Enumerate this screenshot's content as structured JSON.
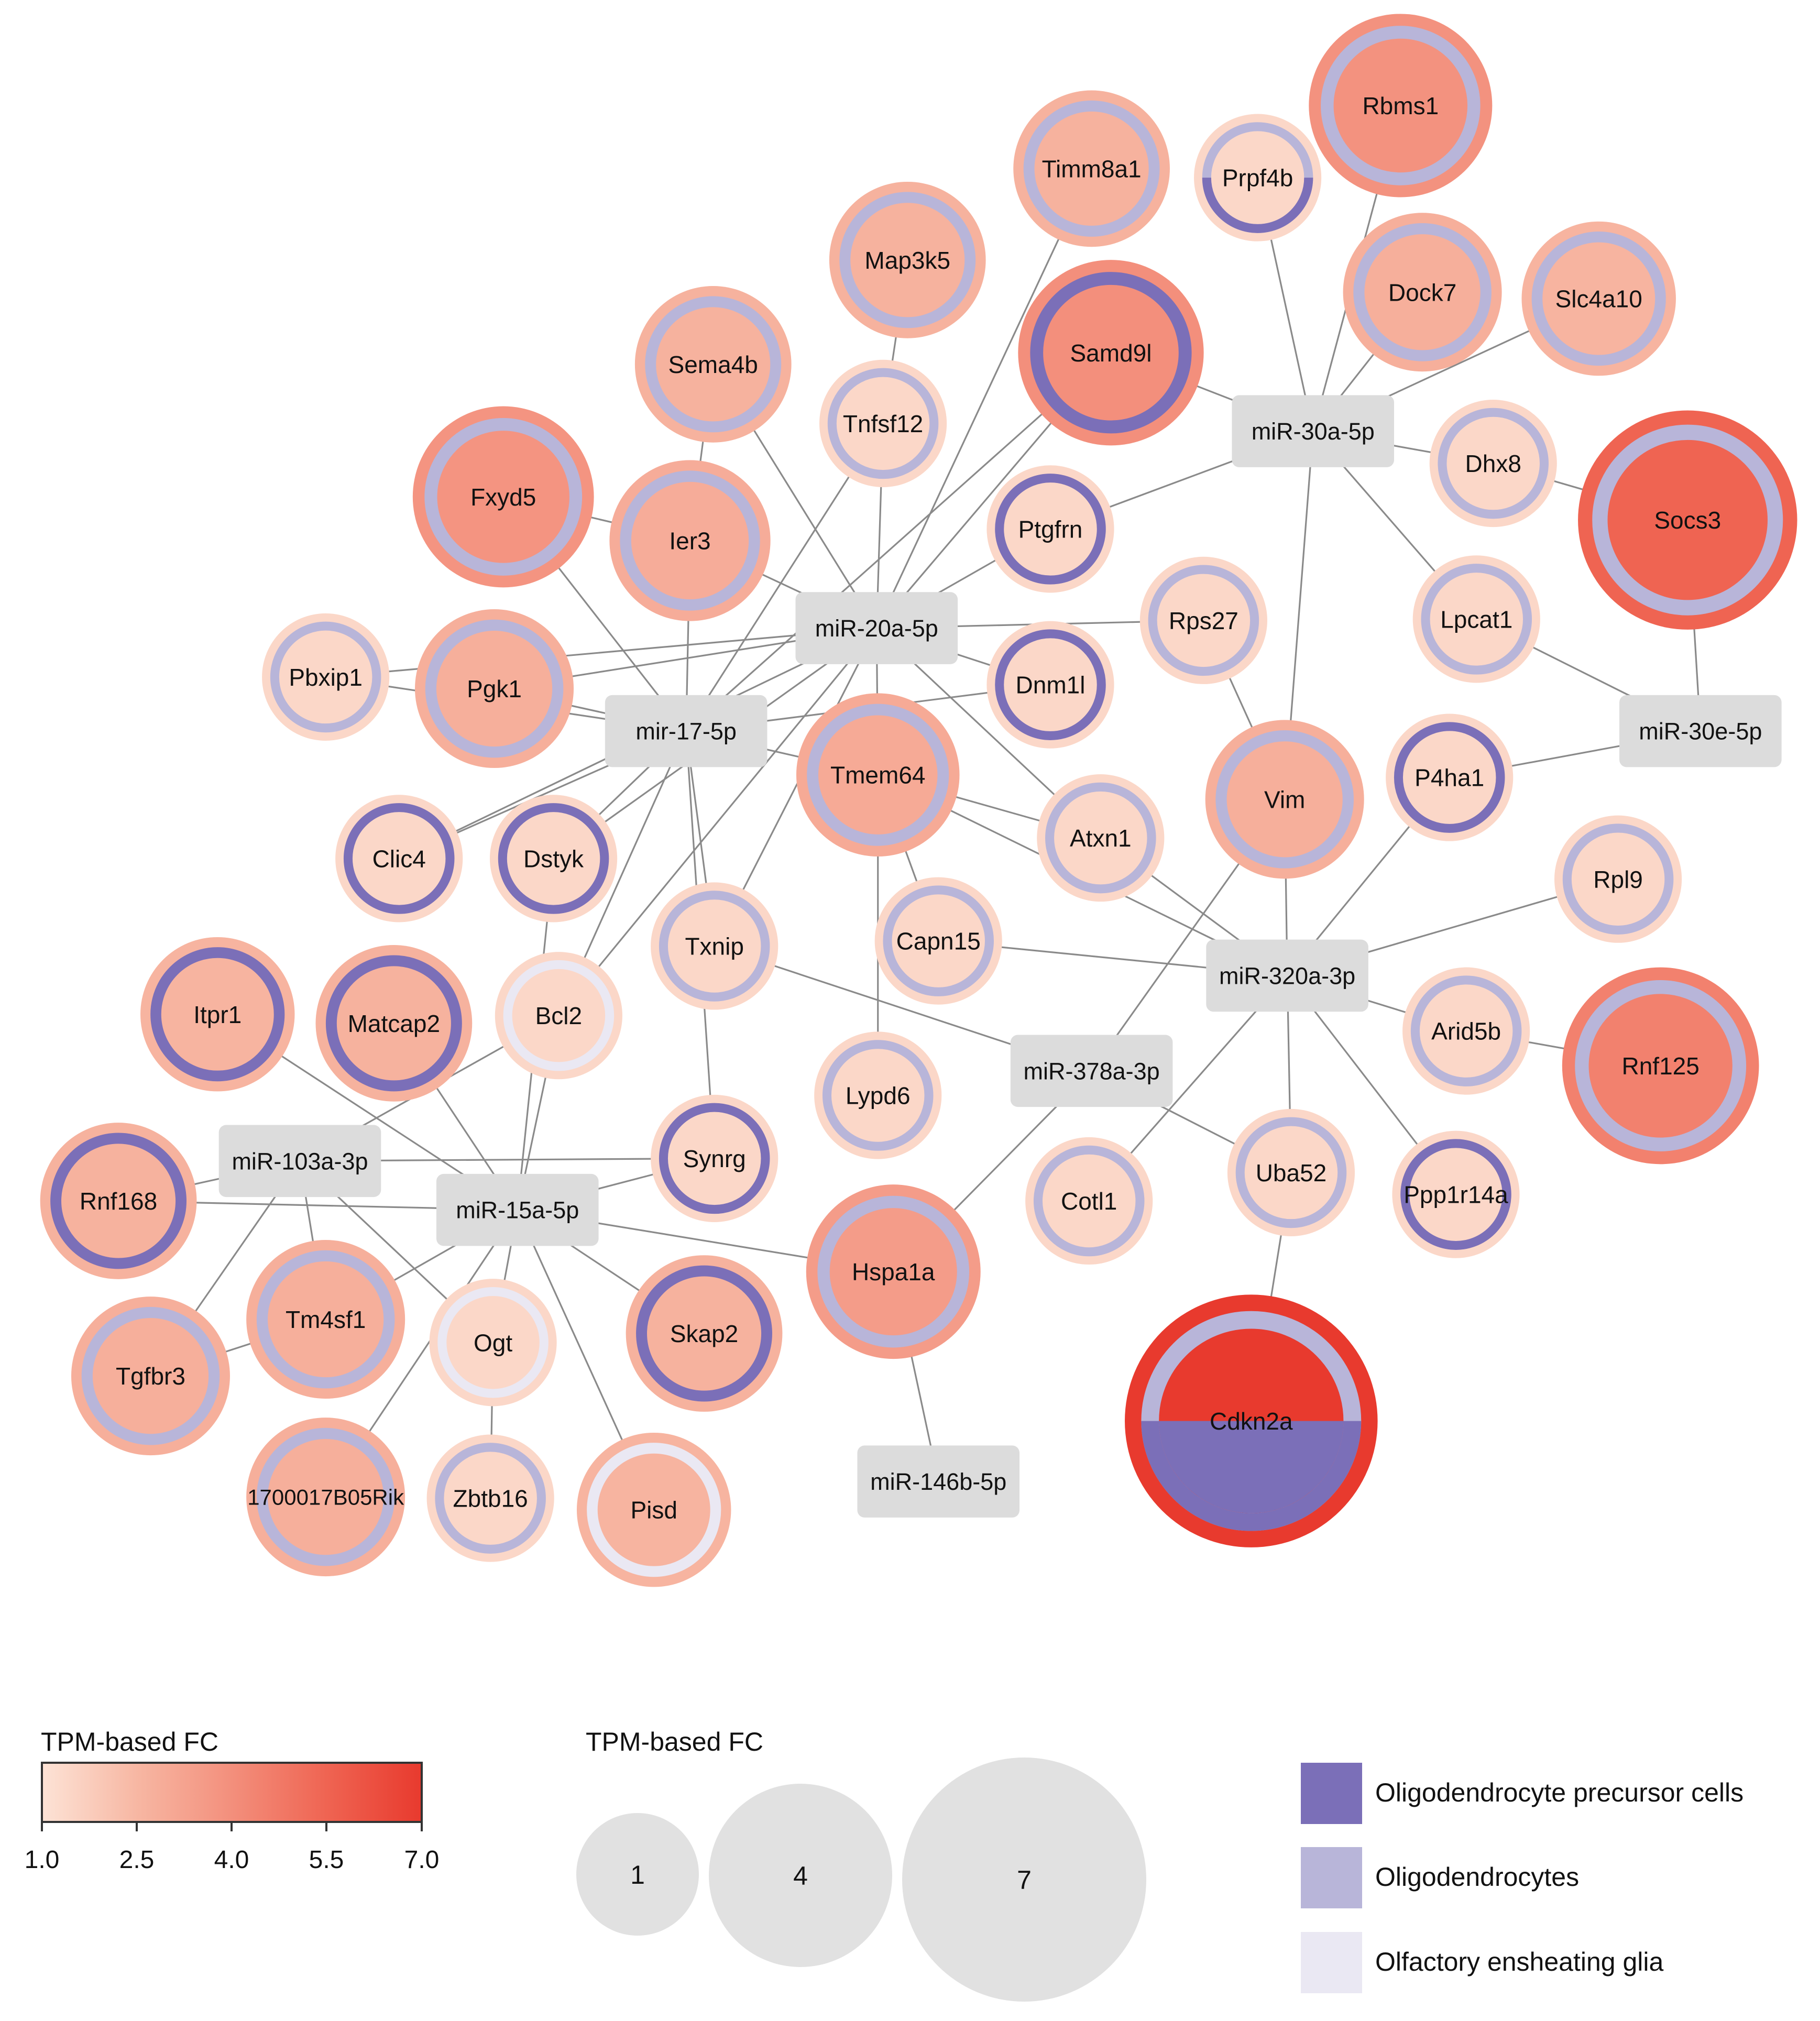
{
  "colors": {
    "background": "#ffffff",
    "edge": "#8a8a8a",
    "mirna_fill": "#dcdcdc",
    "opc": "#7b6fb8",
    "oligodendrocytes": "#b8b5d9",
    "oeg": "#eae8f3",
    "fc_scale": [
      "#fde3d6",
      "#f7b7a3",
      "#f38f7c",
      "#ef6452",
      "#e83a2e"
    ],
    "size_legend_fill": "#e1e1e1"
  },
  "mirnas": [
    {
      "id": "m30a",
      "label": "miR-30a-5p"
    },
    {
      "id": "m20a",
      "label": "miR-20a-5p"
    },
    {
      "id": "m17",
      "label": "mir-17-5p"
    },
    {
      "id": "m30e",
      "label": "miR-30e-5p"
    },
    {
      "id": "m320",
      "label": "miR-320a-3p"
    },
    {
      "id": "m378",
      "label": "miR-378a-3p"
    },
    {
      "id": "m103",
      "label": "miR-103a-3p"
    },
    {
      "id": "m15",
      "label": "miR-15a-5p"
    },
    {
      "id": "m146",
      "label": "miR-146b-5p"
    }
  ],
  "genes": [
    {
      "id": "Rbms1",
      "label": "Rbms1",
      "fc": 3.9,
      "cell_types": [
        "oligodendrocytes"
      ]
    },
    {
      "id": "Timm8a1",
      "label": "Timm8a1",
      "fc": 2.7,
      "cell_types": [
        "oligodendrocytes"
      ]
    },
    {
      "id": "Prpf4b",
      "label": "Prpf4b",
      "fc": 1.4,
      "cell_types": [
        "opc",
        "oligodendrocytes"
      ]
    },
    {
      "id": "Map3k5",
      "label": "Map3k5",
      "fc": 2.7,
      "cell_types": [
        "oligodendrocytes"
      ]
    },
    {
      "id": "Dock7",
      "label": "Dock7",
      "fc": 2.8,
      "cell_types": [
        "oligodendrocytes"
      ]
    },
    {
      "id": "Slc4a10",
      "label": "Slc4a10",
      "fc": 2.6,
      "cell_types": [
        "oligodendrocytes"
      ]
    },
    {
      "id": "Samd9l",
      "label": "Samd9l",
      "fc": 4.0,
      "cell_types": [
        "opc"
      ]
    },
    {
      "id": "Sema4b",
      "label": "Sema4b",
      "fc": 2.7,
      "cell_types": [
        "oligodendrocytes"
      ]
    },
    {
      "id": "Tnfsf12",
      "label": "Tnfsf12",
      "fc": 1.4,
      "cell_types": [
        "oligodendrocytes"
      ]
    },
    {
      "id": "Dhx8",
      "label": "Dhx8",
      "fc": 1.4,
      "cell_types": [
        "oligodendrocytes"
      ]
    },
    {
      "id": "Socs3",
      "label": "Socs3",
      "fc": 5.5,
      "cell_types": [
        "oligodendrocytes"
      ]
    },
    {
      "id": "Fxyd5",
      "label": "Fxyd5",
      "fc": 3.8,
      "cell_types": [
        "oligodendrocytes"
      ]
    },
    {
      "id": "Ier3",
      "label": "Ier3",
      "fc": 2.9,
      "cell_types": [
        "oligodendrocytes"
      ]
    },
    {
      "id": "Ptgfrn",
      "label": "Ptgfrn",
      "fc": 1.4,
      "cell_types": [
        "opc"
      ]
    },
    {
      "id": "Lpcat1",
      "label": "Lpcat1",
      "fc": 1.4,
      "cell_types": [
        "oligodendrocytes"
      ]
    },
    {
      "id": "Rps27",
      "label": "Rps27",
      "fc": 1.4,
      "cell_types": [
        "oligodendrocytes"
      ]
    },
    {
      "id": "Pbxip1",
      "label": "Pbxip1",
      "fc": 1.4,
      "cell_types": [
        "oligodendrocytes"
      ]
    },
    {
      "id": "Pgk1",
      "label": "Pgk1",
      "fc": 2.8,
      "cell_types": [
        "oligodendrocytes"
      ]
    },
    {
      "id": "Dnm1l",
      "label": "Dnm1l",
      "fc": 1.4,
      "cell_types": [
        "opc"
      ]
    },
    {
      "id": "Tmem64",
      "label": "Tmem64",
      "fc": 3.0,
      "cell_types": [
        "oligodendrocytes"
      ]
    },
    {
      "id": "Vim",
      "label": "Vim",
      "fc": 2.8,
      "cell_types": [
        "oligodendrocytes"
      ]
    },
    {
      "id": "P4ha1",
      "label": "P4ha1",
      "fc": 1.4,
      "cell_types": [
        "opc"
      ]
    },
    {
      "id": "Clic4",
      "label": "Clic4",
      "fc": 1.4,
      "cell_types": [
        "opc"
      ]
    },
    {
      "id": "Dstyk",
      "label": "Dstyk",
      "fc": 1.4,
      "cell_types": [
        "opc"
      ]
    },
    {
      "id": "Atxn1",
      "label": "Atxn1",
      "fc": 1.4,
      "cell_types": [
        "oligodendrocytes"
      ]
    },
    {
      "id": "Rpl9",
      "label": "Rpl9",
      "fc": 1.4,
      "cell_types": [
        "oligodendrocytes"
      ]
    },
    {
      "id": "Txnip",
      "label": "Txnip",
      "fc": 1.4,
      "cell_types": [
        "oligodendrocytes"
      ]
    },
    {
      "id": "Capn15",
      "label": "Capn15",
      "fc": 1.4,
      "cell_types": [
        "oligodendrocytes"
      ]
    },
    {
      "id": "Itpr1",
      "label": "Itpr1",
      "fc": 2.6,
      "cell_types": [
        "opc"
      ]
    },
    {
      "id": "Matcap2",
      "label": "Matcap2",
      "fc": 2.7,
      "cell_types": [
        "opc"
      ]
    },
    {
      "id": "Bcl2",
      "label": "Bcl2",
      "fc": 1.4,
      "cell_types": [
        "oeg"
      ]
    },
    {
      "id": "Arid5b",
      "label": "Arid5b",
      "fc": 1.4,
      "cell_types": [
        "oligodendrocytes"
      ]
    },
    {
      "id": "Rnf125",
      "label": "Rnf125",
      "fc": 4.5,
      "cell_types": [
        "oligodendrocytes"
      ]
    },
    {
      "id": "Lypd6",
      "label": "Lypd6",
      "fc": 1.4,
      "cell_types": [
        "oligodendrocytes"
      ]
    },
    {
      "id": "Synrg",
      "label": "Synrg",
      "fc": 1.4,
      "cell_types": [
        "opc"
      ]
    },
    {
      "id": "Rnf168",
      "label": "Rnf168",
      "fc": 2.7,
      "cell_types": [
        "opc"
      ]
    },
    {
      "id": "Cotl1",
      "label": "Cotl1",
      "fc": 1.4,
      "cell_types": [
        "oligodendrocytes"
      ]
    },
    {
      "id": "Uba52",
      "label": "Uba52",
      "fc": 1.4,
      "cell_types": [
        "oligodendrocytes"
      ]
    },
    {
      "id": "Ppp1r14a",
      "label": "Ppp1r14a",
      "fc": 1.4,
      "cell_types": [
        "opc"
      ]
    },
    {
      "id": "Hspa1a",
      "label": "Hspa1a",
      "fc": 3.5,
      "cell_types": [
        "oligodendrocytes"
      ]
    },
    {
      "id": "Tm4sf1",
      "label": "Tm4sf1",
      "fc": 2.8,
      "cell_types": [
        "oligodendrocytes"
      ]
    },
    {
      "id": "Ogt",
      "label": "Ogt",
      "fc": 1.4,
      "cell_types": [
        "oeg"
      ]
    },
    {
      "id": "Skap2",
      "label": "Skap2",
      "fc": 2.7,
      "cell_types": [
        "opc"
      ]
    },
    {
      "id": "Tgfbr3",
      "label": "Tgfbr3",
      "fc": 2.8,
      "cell_types": [
        "oligodendrocytes"
      ]
    },
    {
      "id": "Cdkn2a",
      "label": "Cdkn2a",
      "fc": 7.0,
      "cell_types": [
        "opc",
        "oligodendrocytes"
      ]
    },
    {
      "id": "1700017B05Rik",
      "label": "1700017B05Rik",
      "fc": 2.8,
      "cell_types": [
        "oligodendrocytes"
      ]
    },
    {
      "id": "Zbtb16",
      "label": "Zbtb16",
      "fc": 1.4,
      "cell_types": [
        "oligodendrocytes"
      ]
    },
    {
      "id": "Pisd",
      "label": "Pisd",
      "fc": 2.6,
      "cell_types": [
        "oeg"
      ]
    }
  ],
  "edges": [
    [
      "Rbms1",
      "m30a"
    ],
    [
      "Prpf4b",
      "m30a"
    ],
    [
      "Dock7",
      "m30a"
    ],
    [
      "Slc4a10",
      "m30a"
    ],
    [
      "Samd9l",
      "m30a"
    ],
    [
      "Dhx8",
      "m30a"
    ],
    [
      "Ptgfrn",
      "m30a"
    ],
    [
      "Lpcat1",
      "m30a"
    ],
    [
      "Vim",
      "m30a"
    ],
    [
      "Dhx8",
      "Socs3"
    ],
    [
      "Socs3",
      "m30e"
    ],
    [
      "Lpcat1",
      "m30e"
    ],
    [
      "P4ha1",
      "m30e"
    ],
    [
      "Map3k5",
      "Tnfsf12"
    ],
    [
      "Sema4b",
      "Ier3"
    ],
    [
      "Sema4b",
      "m20a"
    ],
    [
      "Tnfsf12",
      "m20a"
    ],
    [
      "Timm8a1",
      "m20a"
    ],
    [
      "Ier3",
      "m20a"
    ],
    [
      "Pgk1",
      "m20a"
    ],
    [
      "Pbxip1",
      "m20a"
    ],
    [
      "Rps27",
      "m20a"
    ],
    [
      "Dnm1l",
      "m20a"
    ],
    [
      "Atxn1",
      "m20a"
    ],
    [
      "Tmem64",
      "m20a"
    ],
    [
      "Samd9l",
      "m20a"
    ],
    [
      "Ptgfrn",
      "m20a"
    ],
    [
      "Clic4",
      "m20a"
    ],
    [
      "Dstyk",
      "m20a"
    ],
    [
      "Bcl2",
      "m20a"
    ],
    [
      "Txnip",
      "m20a"
    ],
    [
      "Fxyd5",
      "Ier3"
    ],
    [
      "Fxyd5",
      "m17"
    ],
    [
      "Ier3",
      "m17"
    ],
    [
      "Tnfsf12",
      "m17"
    ],
    [
      "Samd9l",
      "m17"
    ],
    [
      "Pbxip1",
      "m17"
    ],
    [
      "Pgk1",
      "m17"
    ],
    [
      "Dnm1l",
      "m17"
    ],
    [
      "Clic4",
      "m17"
    ],
    [
      "Dstyk",
      "m17"
    ],
    [
      "Txnip",
      "m17"
    ],
    [
      "Tmem64",
      "m17"
    ],
    [
      "Bcl2",
      "m17"
    ],
    [
      "Synrg",
      "m17"
    ],
    [
      "Tmem64",
      "Atxn1"
    ],
    [
      "Tmem64",
      "Capn15"
    ],
    [
      "Tmem64",
      "m320"
    ],
    [
      "Atxn1",
      "m320"
    ],
    [
      "Capn15",
      "m320"
    ],
    [
      "Rps27",
      "Vim"
    ],
    [
      "Vim",
      "m320"
    ],
    [
      "P4ha1",
      "m320"
    ],
    [
      "Rpl9",
      "m320"
    ],
    [
      "Arid5b",
      "m320"
    ],
    [
      "Arid5b",
      "Rnf125"
    ],
    [
      "Uba52",
      "m320"
    ],
    [
      "Ppp1r14a",
      "m320"
    ],
    [
      "Cotl1",
      "m320"
    ],
    [
      "Uba52",
      "Cdkn2a"
    ],
    [
      "Lypd6",
      "Tmem64"
    ],
    [
      "Txnip",
      "m378"
    ],
    [
      "Vim",
      "m378"
    ],
    [
      "Hspa1a",
      "m378"
    ],
    [
      "Uba52",
      "m378"
    ],
    [
      "Itpr1",
      "m15"
    ],
    [
      "Matcap2",
      "m15"
    ],
    [
      "Dstyk",
      "m15"
    ],
    [
      "Bcl2",
      "m15"
    ],
    [
      "Synrg",
      "m15"
    ],
    [
      "Rnf168",
      "m15"
    ],
    [
      "Tm4sf1",
      "m15"
    ],
    [
      "Ogt",
      "m15"
    ],
    [
      "Skap2",
      "m15"
    ],
    [
      "Hspa1a",
      "m15"
    ],
    [
      "Pisd",
      "m15"
    ],
    [
      "1700017B05Rik",
      "m15"
    ],
    [
      "Bcl2",
      "m103"
    ],
    [
      "Rnf168",
      "m103"
    ],
    [
      "Synrg",
      "m103"
    ],
    [
      "Tm4sf1",
      "m103"
    ],
    [
      "Tgfbr3",
      "m103"
    ],
    [
      "Ogt",
      "m103"
    ],
    [
      "Tgfbr3",
      "Tm4sf1"
    ],
    [
      "Ogt",
      "Zbtb16"
    ],
    [
      "Hspa1a",
      "m146"
    ]
  ],
  "legends": {
    "color_title": "TPM-based FC",
    "color_ticks": [
      "1.0",
      "2.5",
      "4.0",
      "5.5",
      "7.0"
    ],
    "size_title": "TPM-based FC",
    "size_values": [
      "1",
      "4",
      "7"
    ],
    "cell_types": [
      {
        "key": "opc",
        "label": "Oligodendrocyte precursor cells"
      },
      {
        "key": "oligodendrocytes",
        "label": "Oligodendrocytes"
      },
      {
        "key": "oeg",
        "label": "Olfactory ensheating glia"
      }
    ]
  }
}
